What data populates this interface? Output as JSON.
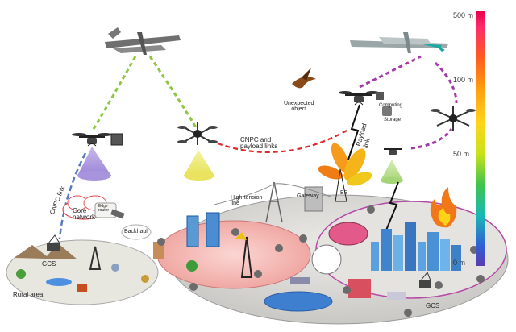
{
  "labels": {
    "cnpc_link": "CNPC link",
    "core_network": "Core\nnetwork",
    "edge_router": "Edge\nrouter",
    "backhaul": "Backhaul",
    "gcs_left": "GCS",
    "rural_area": "Rural area",
    "cnpc_payload": "CNPC and\npayload links",
    "high_tension": "High-tension\nline",
    "gateway": "Gateway",
    "bs": "BS",
    "payload_link": "Payload\nlink",
    "unexpected_object": "Unexpected\nobject",
    "computing": "Computing",
    "storage": "Storage",
    "gcs_right": "GCS"
  },
  "altitude_scale": {
    "ticks": [
      "500 m",
      "100 m",
      "50 m",
      "0 m"
    ]
  },
  "colors": {
    "green_link": "#8dc63f",
    "purple_link": "#a43aa6",
    "red_link": "#e1262c",
    "blue_link": "#5878c0"
  }
}
